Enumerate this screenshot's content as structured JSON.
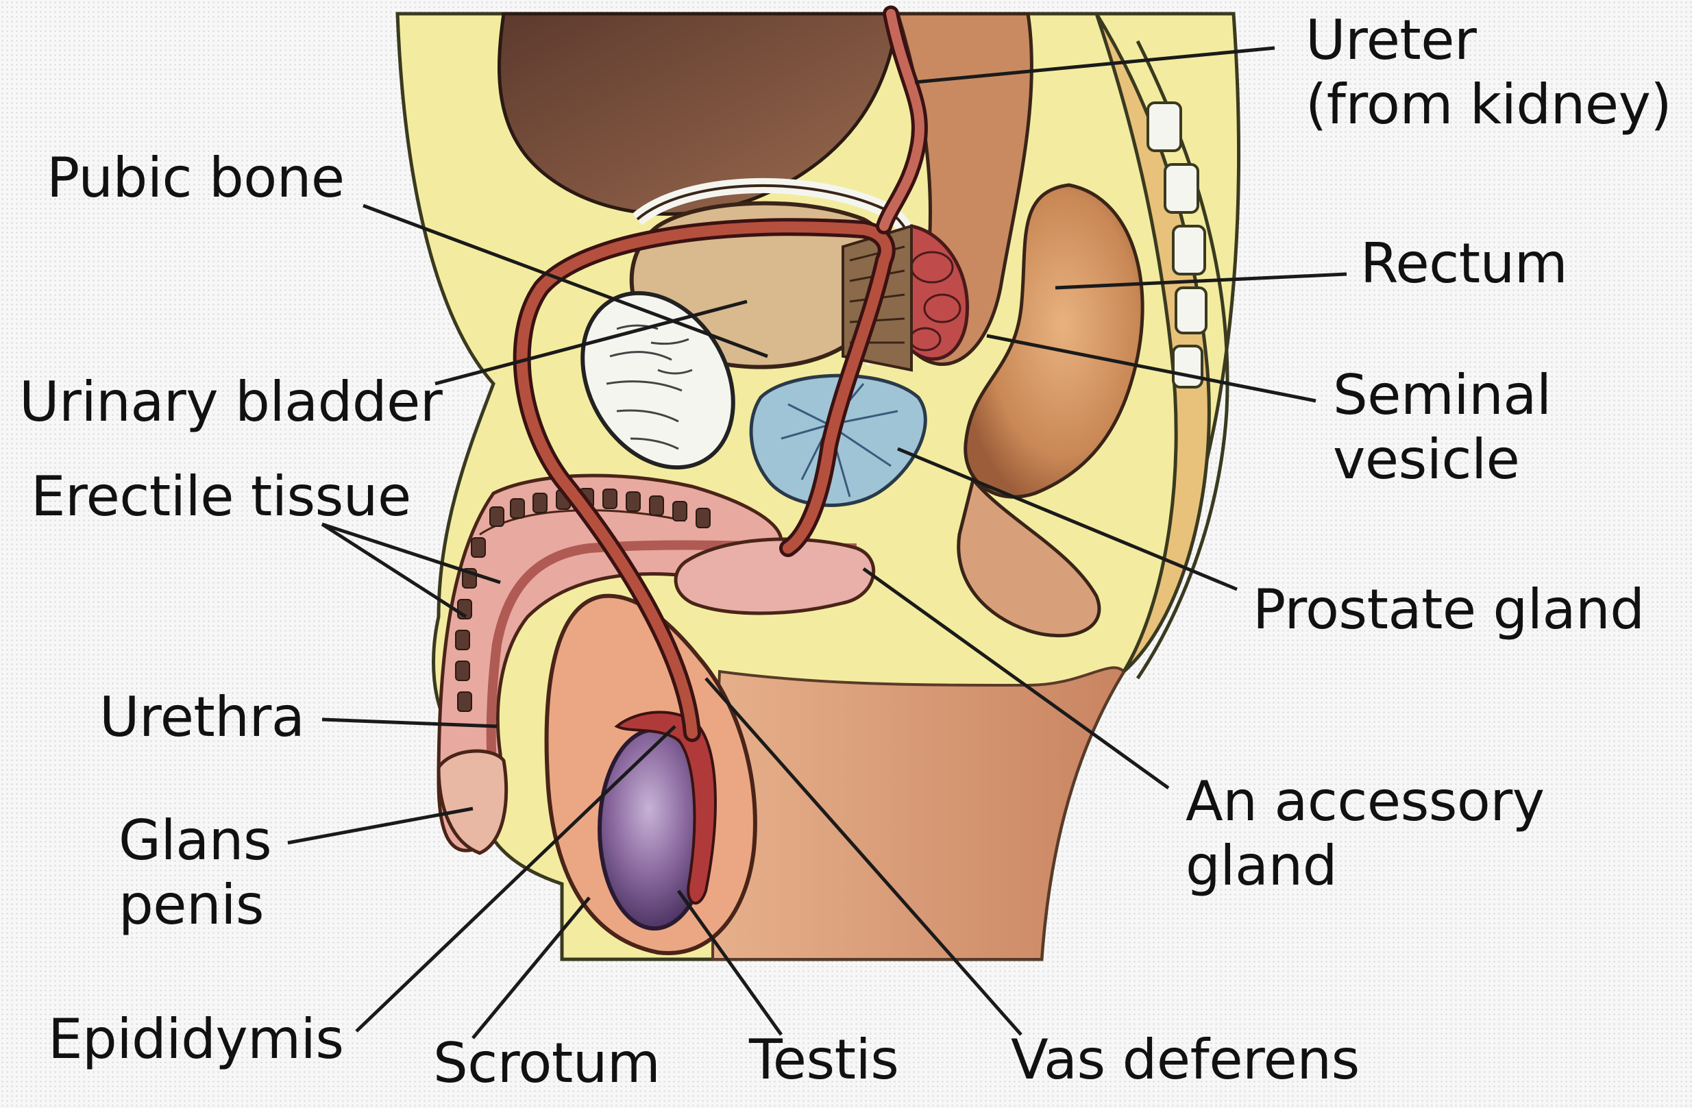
{
  "labels": {
    "ureter": {
      "line1": "Ureter",
      "line2": "(from kidney)"
    },
    "pubic_bone": "Pubic bone",
    "rectum": "Rectum",
    "urinary_bladder": "Urinary bladder",
    "seminal_vesicle": {
      "line1": "Seminal",
      "line2": "vesicle"
    },
    "erectile_tissue": "Erectile tissue",
    "prostate_gland": "Prostate gland",
    "urethra": "Urethra",
    "accessory_gland": {
      "line1": "An accessory",
      "line2": "gland"
    },
    "glans_penis": {
      "line1": "Glans",
      "line2": "penis"
    },
    "epididymis": "Epididymis",
    "scrotum": "Scrotum",
    "testis": "Testis",
    "vas_deferens": "Vas deferens"
  },
  "colors": {
    "tissue_yellow": "#f3eca0",
    "skin": "#d99a78",
    "dark_organ": "#7a4a3a",
    "duct_red": "#a8433e",
    "prostate_blue": "#9fc4d6",
    "testis_purple": "#7d5d92",
    "bladder_tan": "#d9b98e",
    "bone_white": "#f5f5f0",
    "leader_line": "#1a1a1a"
  }
}
